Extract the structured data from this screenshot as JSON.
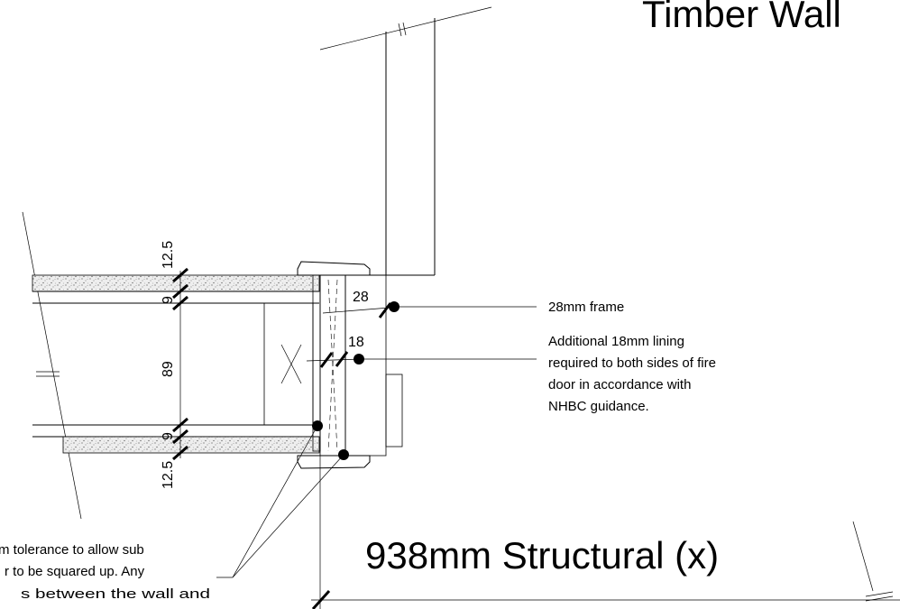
{
  "title_partial": "Timber Wall",
  "dimensions": {
    "board_outer_top": "12.5",
    "board_inner_top": "9",
    "stud_depth": "89",
    "board_inner_bottom": "9",
    "board_outer_bottom": "12.5",
    "frame": "28",
    "lining": "18"
  },
  "notes": {
    "frame_label": "28mm frame",
    "lining_line1": "Additional 18mm lining",
    "lining_line2": "required to both sides of fire",
    "lining_line3": "door in accordance with",
    "lining_line4": "NHBC guidance.",
    "tolerance_line1": "m tolerance to allow sub",
    "tolerance_line2": "r to be squared up. Any",
    "tolerance_line3": "s between the wall and"
  },
  "structural_label": "938mm Structural (x)"
}
